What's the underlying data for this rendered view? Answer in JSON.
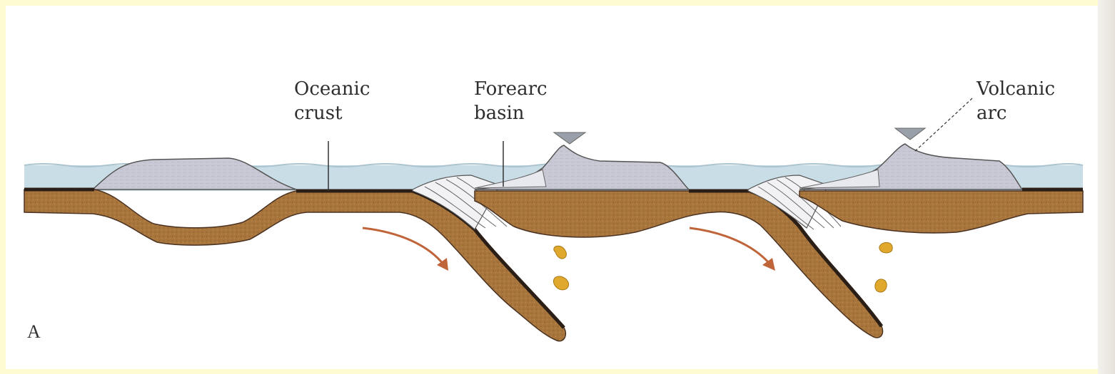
{
  "figure": {
    "panel_letter": "A",
    "labels": {
      "oceanic_crust": [
        "Oceanic",
        "crust"
      ],
      "forearc_basin": [
        "Forearc",
        "basin"
      ],
      "volcanic_arc": [
        "Volcanic",
        "arc"
      ]
    }
  },
  "colors": {
    "background_frame": "#fdfbd2",
    "water": "#c9dde6",
    "sediment": "#c8c8d4",
    "crust": "#a8763c",
    "crust_dark": "#3a2a1e",
    "arrow": "#c0643a",
    "magma": "#e0a82c"
  }
}
